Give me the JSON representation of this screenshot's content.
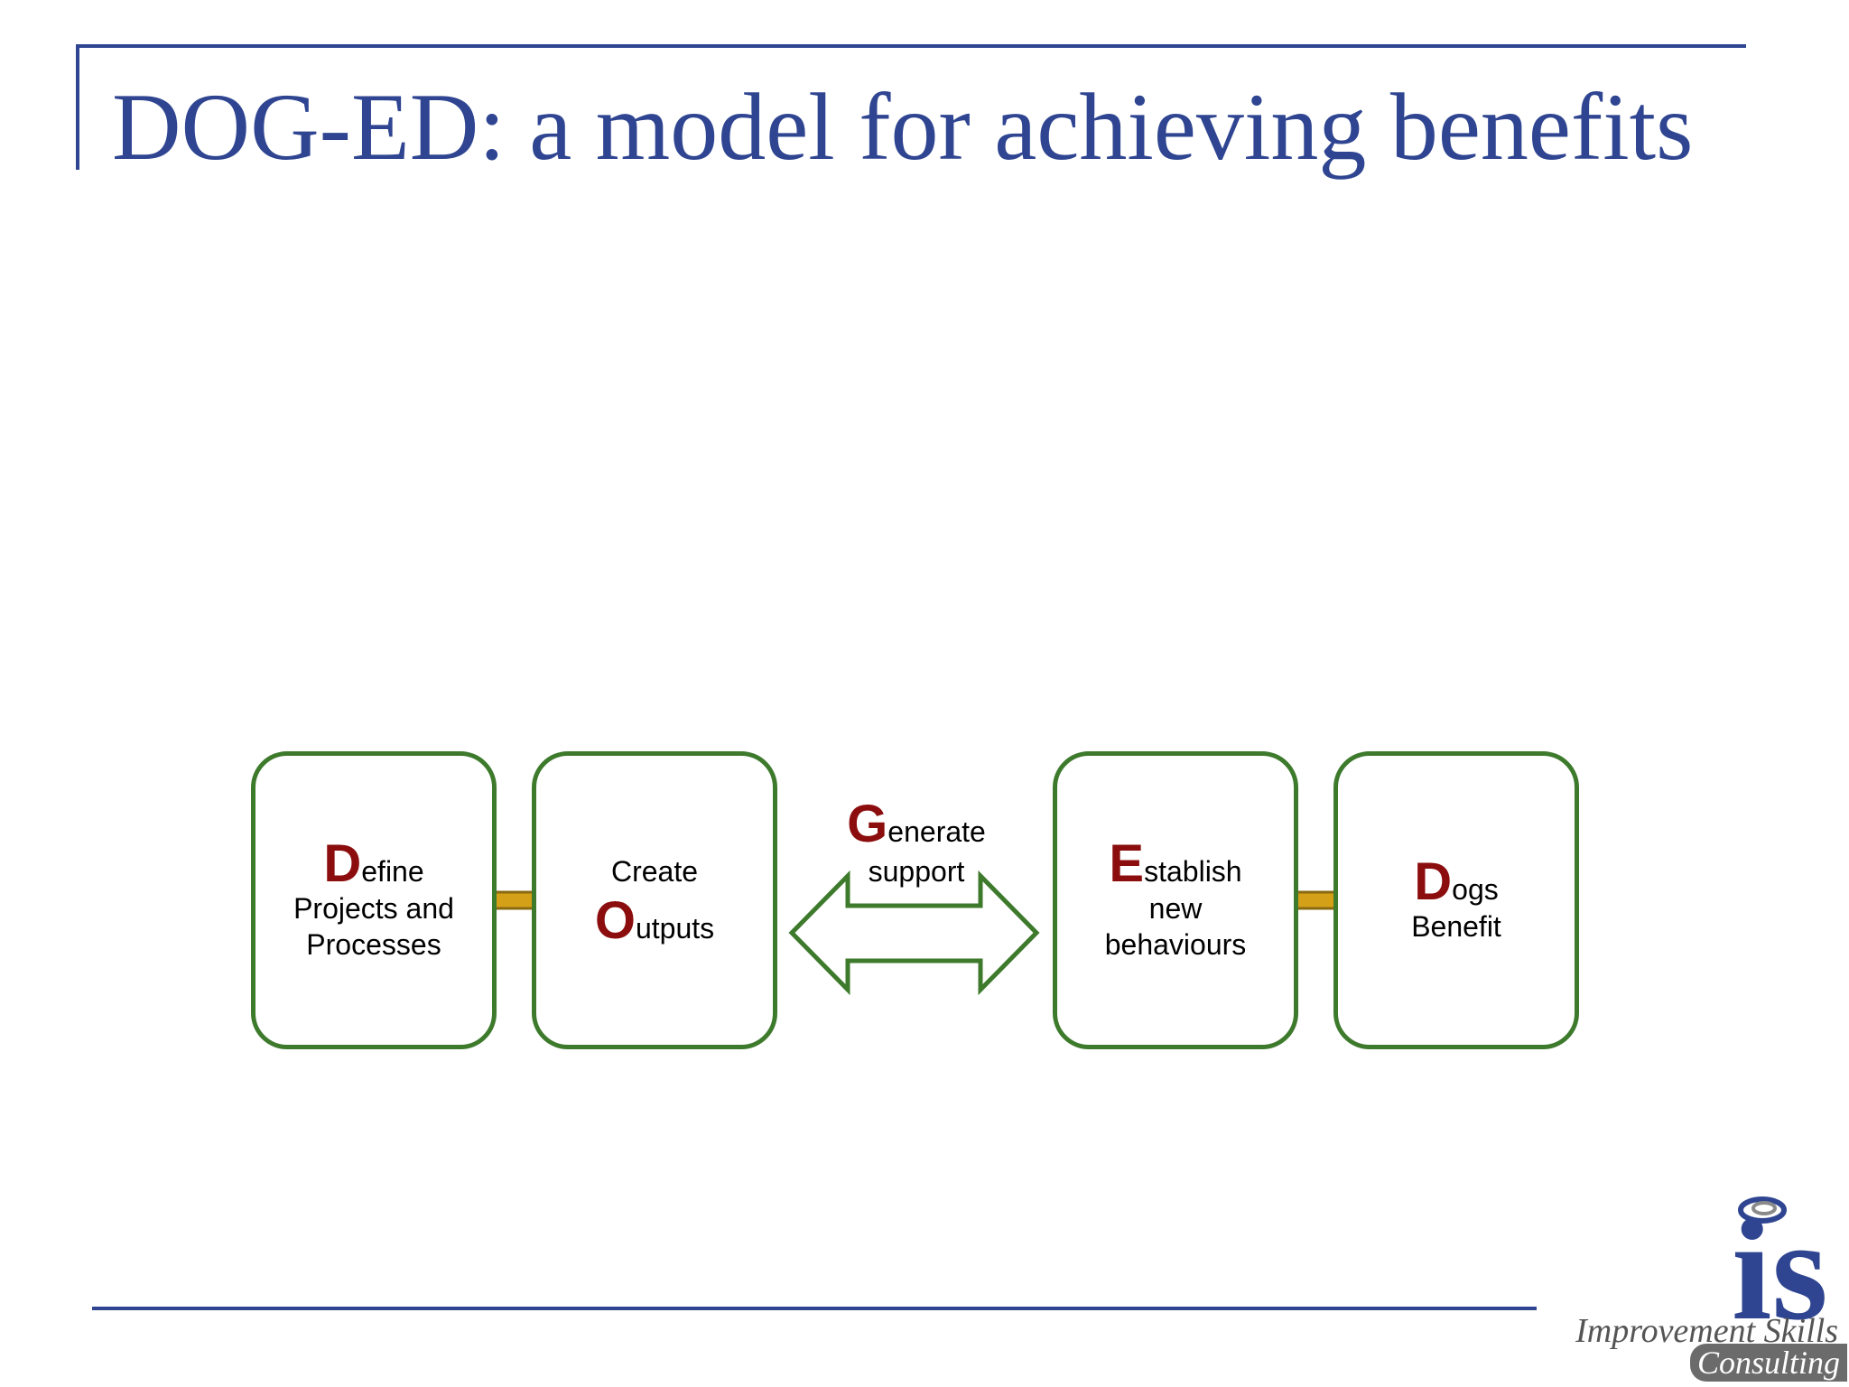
{
  "title": "DOG-ED: a model for achieving benefits",
  "steps": [
    {
      "cap": "D",
      "rest": "efine",
      "extra": [
        "Projects and",
        "Processes"
      ]
    },
    {
      "pre": "Create",
      "cap": "O",
      "rest": "utputs"
    },
    {
      "cap": "G",
      "rest": "enerate",
      "extra": [
        "support"
      ]
    },
    {
      "cap": "E",
      "rest": "stablish",
      "extra": [
        "new",
        "behaviours"
      ]
    },
    {
      "cap": "D",
      "rest": "ogs",
      "extra": [
        "Benefit"
      ]
    }
  ],
  "logo": {
    "mark": "is",
    "line1": "Improvement Skills",
    "line2": "Consulting"
  },
  "colors": {
    "title": "#2f4591",
    "box_border": "#3d7a2c",
    "initial_letter": "#8b0d0d",
    "arrow_fill": "#d4a017",
    "arrow_stroke": "#8a6a10"
  },
  "icons": [
    "right-arrow-icon",
    "double-arrow-icon",
    "swirl-icon"
  ]
}
